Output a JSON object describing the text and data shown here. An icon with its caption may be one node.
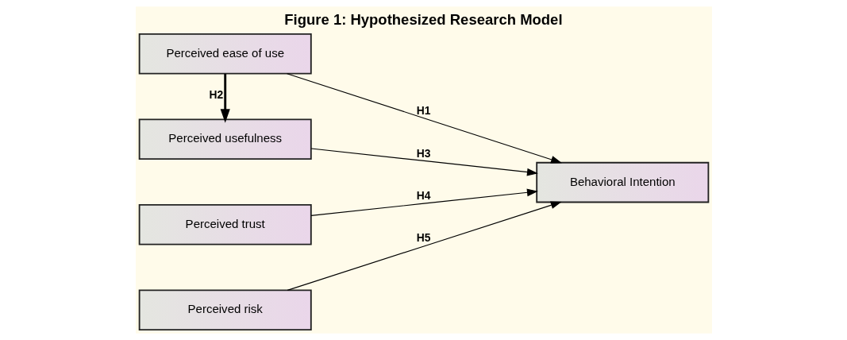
{
  "diagram": {
    "title": "Figure 1: Hypothesized Research Model",
    "nodes": [
      {
        "text": [
          "Perceived ease of use"
        ]
      },
      {
        "text": [
          "Perceived usefulness"
        ]
      },
      {
        "text": [
          "Perceived trust"
        ]
      },
      {
        "text": [
          "Perceived risk"
        ]
      },
      {
        "text": [
          "Behavioral Intention"
        ]
      }
    ],
    "edges": [
      {
        "from": 0,
        "to": 4,
        "arrow": "to",
        "label": "H1"
      },
      {
        "from": 0,
        "to": 1,
        "arrow": "to",
        "label": "H2",
        "style": "thick"
      },
      {
        "from": 1,
        "to": 4,
        "arrow": "to",
        "label": "H3"
      },
      {
        "from": 2,
        "to": 4,
        "arrow": "to",
        "label": "H4"
      },
      {
        "from": 3,
        "to": 4,
        "arrow": "to",
        "label": "H5"
      }
    ]
  }
}
